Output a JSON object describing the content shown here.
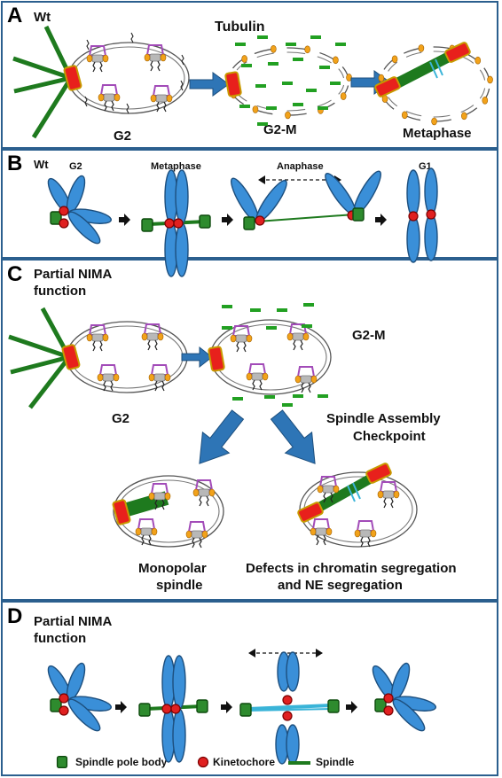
{
  "panels": {
    "a": {
      "letter": "A",
      "strain": "Wt",
      "stages": [
        "G2",
        "G2-M",
        "Metaphase"
      ],
      "tubulin": "Tubulin"
    },
    "b": {
      "letter": "B",
      "strain": "Wt",
      "stages": [
        "G2",
        "Metaphase",
        "Anaphase",
        "G1"
      ]
    },
    "c": {
      "letter": "C",
      "condition_line1": "Partial NIMA",
      "condition_line2": "function",
      "stage_g2": "G2",
      "stage_g2m": "G2-M",
      "checkpoint_line1": "Spindle Assembly",
      "checkpoint_line2": "Checkpoint",
      "outcome_left_line1": "Monopolar",
      "outcome_left_line2": "spindle",
      "outcome_right_line1": "Defects in chromatin segregation",
      "outcome_right_line2": "and NE segregation"
    },
    "d": {
      "letter": "D",
      "condition_line1": "Partial NIMA",
      "condition_line2": "function"
    }
  },
  "legend": {
    "spb": "Spindle pole body",
    "kinetochore": "Kinetochore",
    "spindle": "Spindle"
  },
  "colors": {
    "frame": "#2b5f8e",
    "arrow": "#2e75b6",
    "spindle": "#1e7a1e",
    "spb": "#2e8b2e",
    "kinetochore": "#e02020",
    "chromosome": "#3a8fd8",
    "npc_lilac": "#a24bb8",
    "npc_orange": "#f2a21a"
  }
}
